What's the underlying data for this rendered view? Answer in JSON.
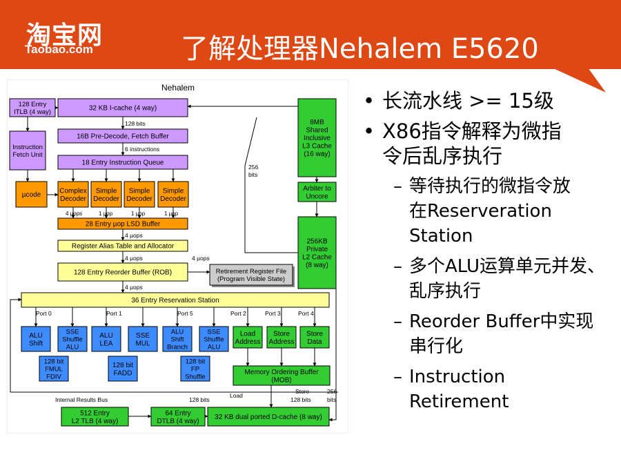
{
  "header": {
    "logo_cn": "淘宝网",
    "logo_en": "Taobao.com",
    "title": "了解处理器Nehalem E5620"
  },
  "diagram": {
    "title": "Nehalem",
    "blocks": {
      "itlb": [
        "128 Entry",
        "ITLB (4 way)"
      ],
      "icache": [
        "32 KB I-cache (4 way)"
      ],
      "ifu": [
        "Instruction",
        "Fetch Unit"
      ],
      "predecode": [
        "16B Pre-Decode, Fetch Buffer"
      ],
      "iq": [
        "18 Entry Instruction Queue"
      ],
      "ucode": [
        "µcode"
      ],
      "complex_dec": [
        "Complex",
        "Decoder"
      ],
      "simple_dec": [
        "Simple",
        "Decoder"
      ],
      "lsd": [
        "28 Entry µop LSD Buffer"
      ],
      "rat": [
        "Register Alias Table and Allocator"
      ],
      "rob": [
        "128 Entry Reorder Buffer (ROB)"
      ],
      "rrf": [
        "Retirement Register File",
        "(Program Visible State)"
      ],
      "rs": [
        "36 Entry Reservation Station"
      ],
      "l3": [
        "8MB",
        "Shared",
        "Inclusive",
        "L3 Cache",
        "(16 way)"
      ],
      "arbiter": [
        "Arbiter to",
        "Uncore"
      ],
      "l2": [
        "256KB",
        "Private",
        "L2 Cache",
        "(8 way)"
      ],
      "alu_shift": [
        "ALU",
        "Shift"
      ],
      "sse_alu_0": [
        "SSE",
        "Shuffle",
        "ALU"
      ],
      "alu_lea": [
        "ALU",
        "LEA"
      ],
      "sse_mul": [
        "SSE",
        "MUL"
      ],
      "alu_branch": [
        "ALU",
        "Shift",
        "Branch"
      ],
      "sse_alu_5": [
        "SSE",
        "Shuffle",
        "ALU"
      ],
      "fmul": [
        "128 bit",
        "FMUL",
        "FDIV"
      ],
      "fadd": [
        "128 bit",
        "FADD"
      ],
      "fp_shuffle": [
        "128 bit",
        "FP",
        "Shuffle"
      ],
      "load_addr": [
        "Load",
        "Address"
      ],
      "store_addr": [
        "Store",
        "Address"
      ],
      "store_data": [
        "Store",
        "Data"
      ],
      "mob": [
        "Memory Ordering Buffer",
        "(MOB)"
      ],
      "l2tlb": [
        "512 Entry",
        "L2 TLB (4 way)"
      ],
      "dtlb": [
        "64 Entry",
        "DTLB (4 way)"
      ],
      "dcache": [
        "32 KB dual ported D-cache (8 way)"
      ]
    },
    "labels": {
      "bits128": "128 bits",
      "instr6": "6 instructions",
      "uops4": "4 µops",
      "uop1": "1 µop",
      "bits256_a": "256",
      "bits256_b": "bits",
      "port0": "Port 0",
      "port1": "Port 1",
      "port5": "Port 5",
      "port2": "Port 2",
      "port3": "Port 3",
      "port4": "Port 4",
      "results_bus": "Internal Results Bus",
      "load": "Load",
      "store": "Store"
    }
  },
  "bullets": [
    {
      "level": 1,
      "lines": [
        "长流水线 >= 15级"
      ]
    },
    {
      "level": 1,
      "lines": [
        "X86指令解释为微指",
        "令后乱序执行"
      ]
    },
    {
      "level": 2,
      "lines": [
        "等待执行的微指令放",
        "在Reserveration",
        "Station"
      ]
    },
    {
      "level": 2,
      "lines": [
        "多个ALU运算单元并发、",
        "乱序执行"
      ]
    },
    {
      "level": 2,
      "lines": [
        "Reorder Buffer中实现",
        "串行化"
      ]
    },
    {
      "level": 2,
      "lines": [
        "Instruction",
        "Retirement"
      ]
    }
  ],
  "bullet_symbols": {
    "level1": "•",
    "level2": "–"
  },
  "colors": {
    "header": "#dd4814",
    "purple": "#cc99ff",
    "orange": "#ff9900",
    "yellow": "#ffff99",
    "blue": "#3d8bff",
    "green": "#33cc33",
    "gray": "#cccccc"
  }
}
